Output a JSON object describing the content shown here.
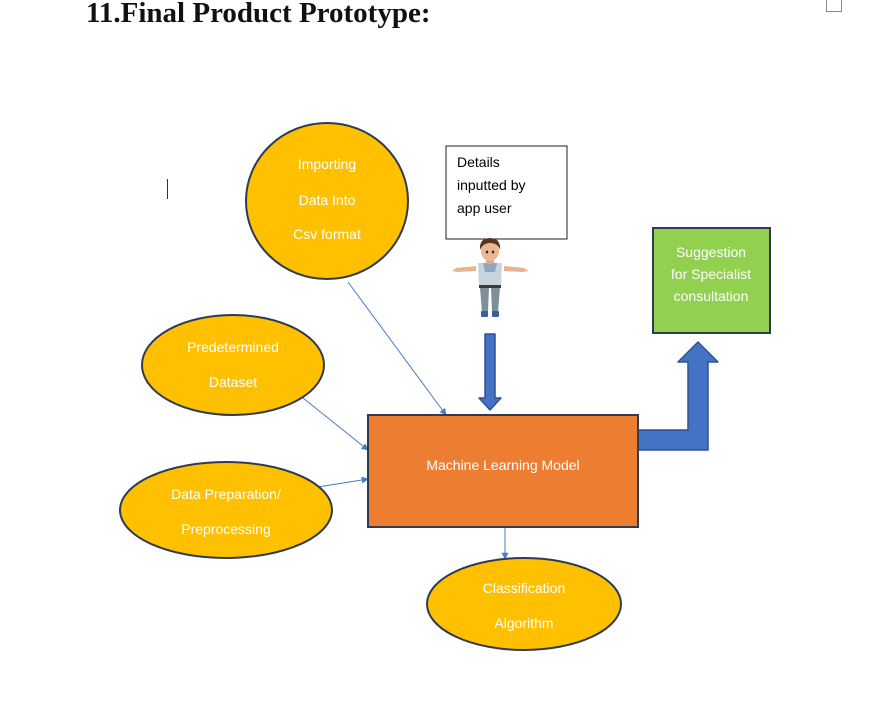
{
  "heading": "11.Final Product Prototype:",
  "nodes": {
    "importing": [
      "Importing",
      "Data Into",
      "Csv format"
    ],
    "predetermined": [
      "Predetermined",
      "Dataset"
    ],
    "preparation": [
      "Data Preparation/",
      "Preprocessing"
    ],
    "model": "Machine Learning Model",
    "classification": [
      "Classification",
      "Algorithm"
    ],
    "suggestion": [
      "Suggestion",
      "for Specialist",
      "consultation"
    ],
    "details": [
      "Details",
      "inputted by",
      "app user"
    ]
  },
  "colors": {
    "ellipse_fill": "#ffc000",
    "ellipse_stroke": "#2f3b52",
    "model_fill": "#ed7d31",
    "suggestion_fill": "#92d050",
    "arrow_line": "#4a7bc8",
    "block_arrow": "#4472c4",
    "block_arrow_stroke": "#2f528f"
  },
  "icons": {
    "user": "user-avatar-icon"
  }
}
